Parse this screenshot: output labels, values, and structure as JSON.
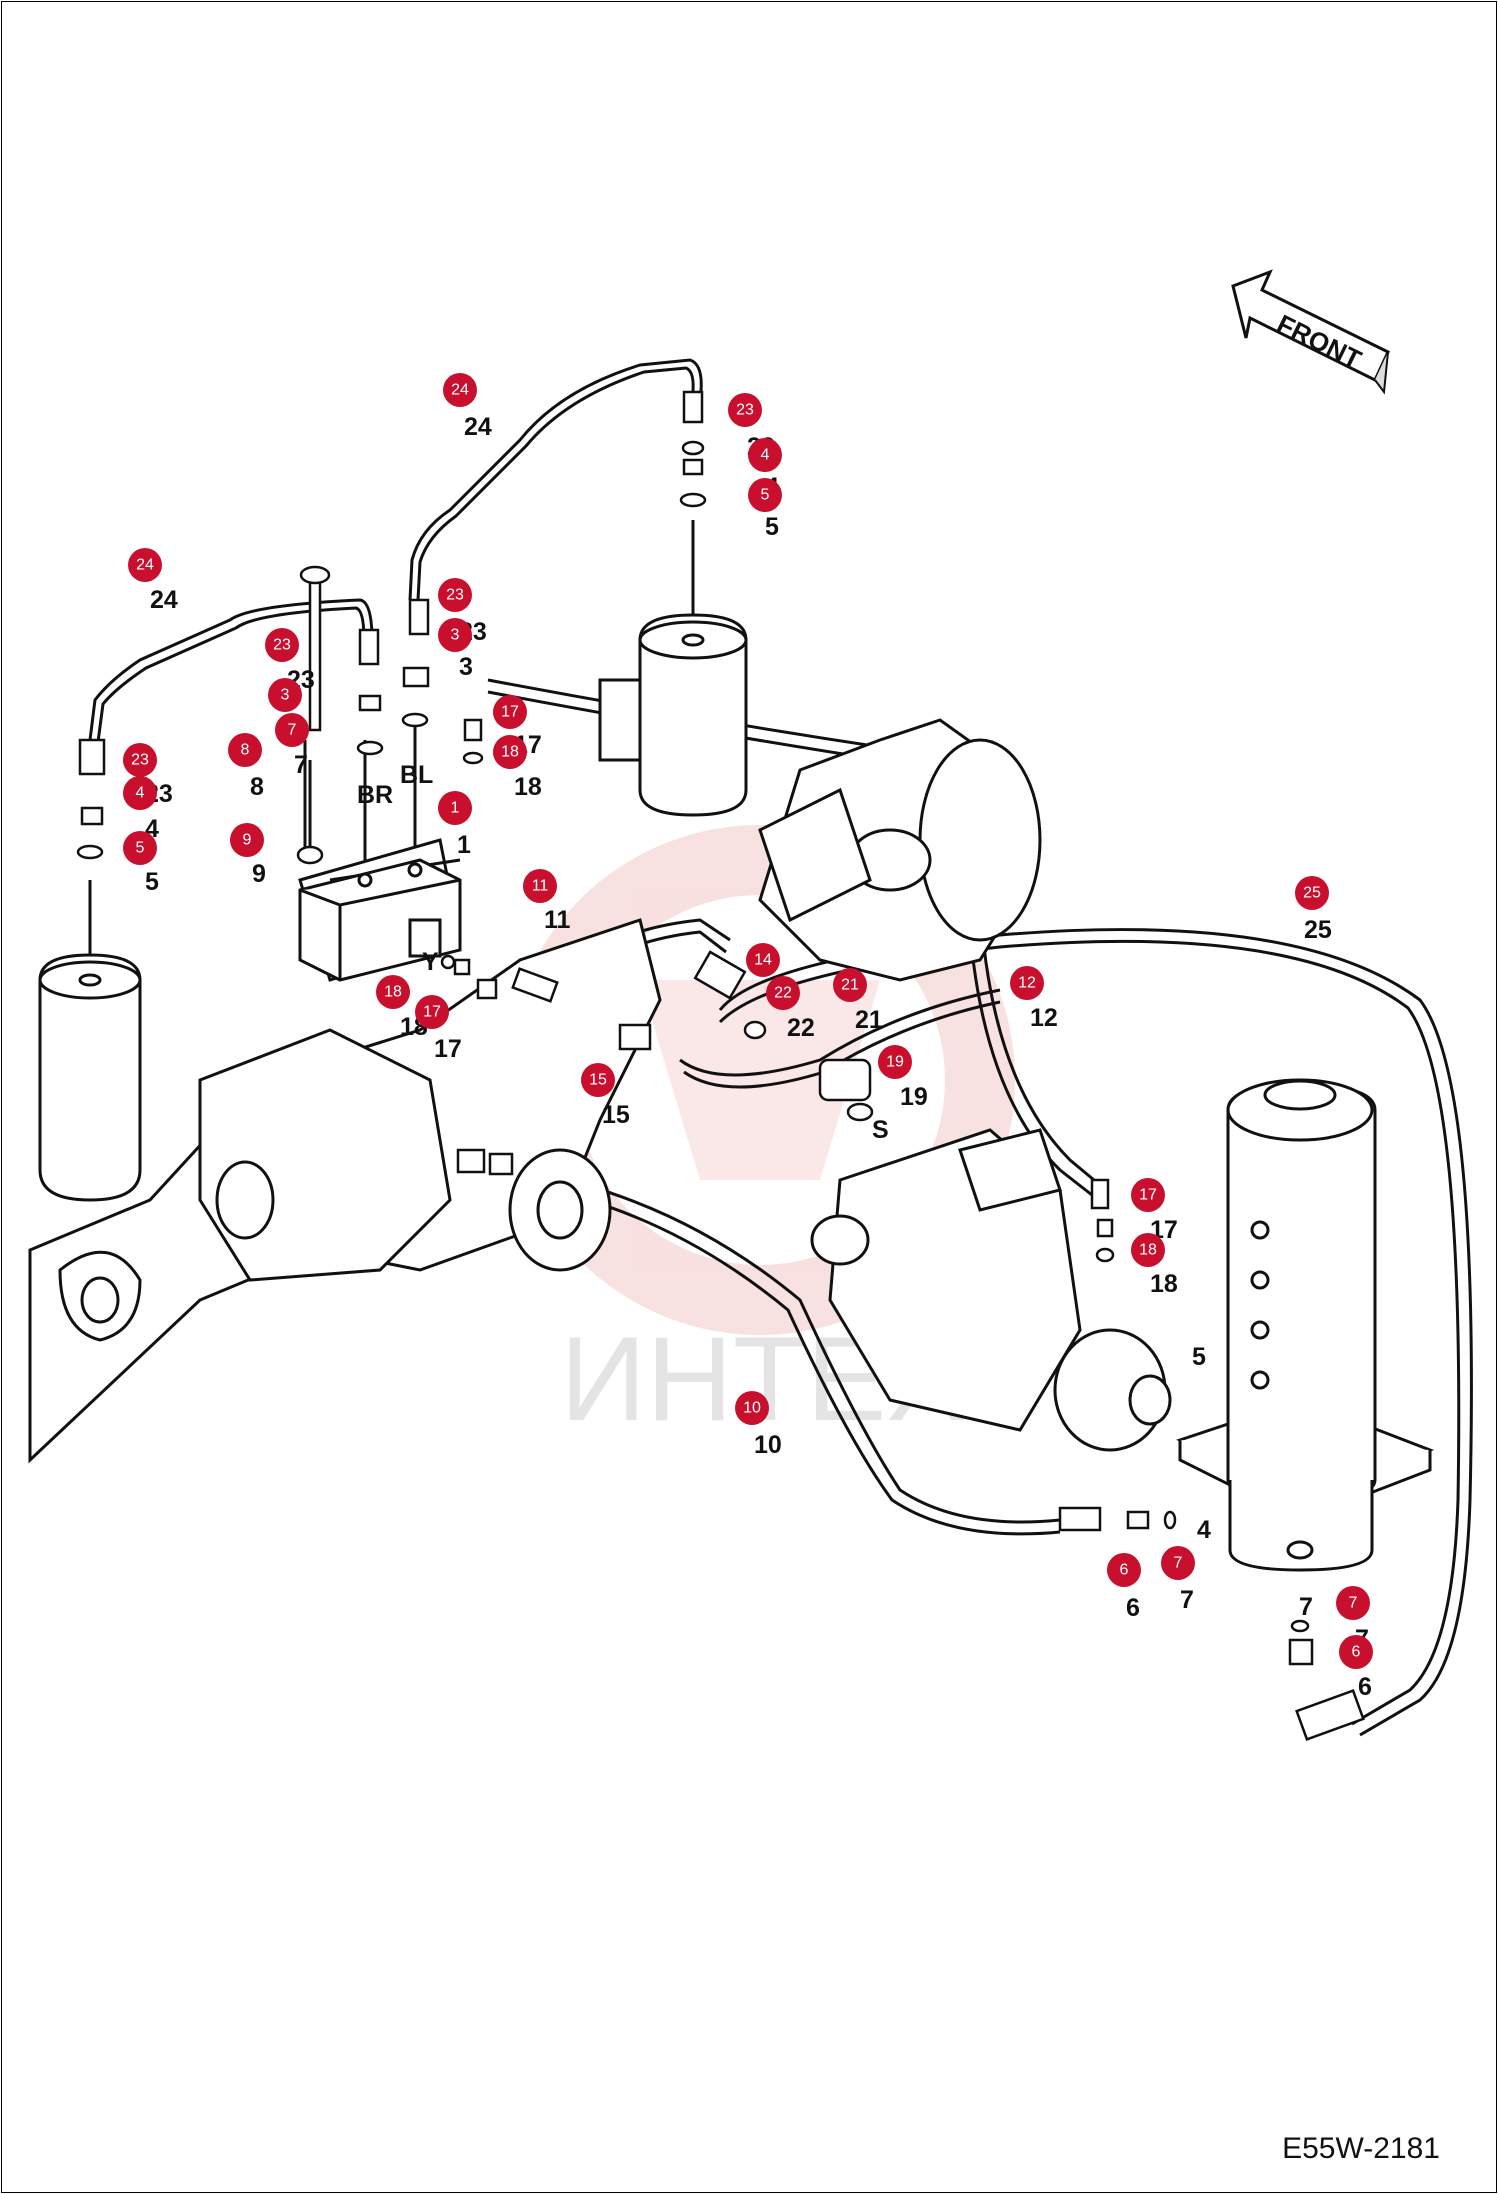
{
  "front_label": "FRONT",
  "watermark": "ИНТЕХ",
  "drawing_code": "E55W-2181",
  "colors": {
    "badge": "#c8102e",
    "line": "#111111",
    "watermark": "#e4e4e4"
  },
  "port_labels": [
    "BR",
    "BL",
    "Y",
    "S"
  ],
  "callouts": [
    {
      "badge": "24",
      "text": "24"
    },
    {
      "badge": "23",
      "text": "23"
    },
    {
      "badge": "4",
      "text": "4"
    },
    {
      "badge": "5",
      "text": "5"
    },
    {
      "badge": "24",
      "text": "24"
    },
    {
      "badge": "23",
      "text": "23"
    },
    {
      "badge": "3",
      "text": "3"
    },
    {
      "badge": "23",
      "text": "23"
    },
    {
      "badge": "3",
      "text": "3"
    },
    {
      "badge": "7",
      "text": "7"
    },
    {
      "badge": "17",
      "text": "17"
    },
    {
      "badge": "18",
      "text": "18"
    },
    {
      "badge": "8",
      "text": "8"
    },
    {
      "badge": "23",
      "text": "23"
    },
    {
      "badge": "4",
      "text": "4"
    },
    {
      "badge": "5",
      "text": "5"
    },
    {
      "badge": "1",
      "text": "1"
    },
    {
      "badge": "9",
      "text": "9"
    },
    {
      "badge": "11",
      "text": "11"
    },
    {
      "badge": "25",
      "text": "25"
    },
    {
      "badge": "14",
      "text": "14"
    },
    {
      "badge": "22",
      "text": "22"
    },
    {
      "badge": "12",
      "text": "12"
    },
    {
      "badge": "18",
      "text": "18"
    },
    {
      "badge": "17",
      "text": "17"
    },
    {
      "badge": "21",
      "text": "21"
    },
    {
      "badge": "19",
      "text": "19"
    },
    {
      "badge": "15",
      "text": "15"
    },
    {
      "badge": "17",
      "text": "17"
    },
    {
      "badge": "18",
      "text": "18"
    },
    {
      "badge": "",
      "text": "5"
    },
    {
      "badge": "10",
      "text": "10"
    },
    {
      "badge": "",
      "text": "4"
    },
    {
      "badge": "6",
      "text": "6"
    },
    {
      "badge": "7",
      "text": "7"
    },
    {
      "badge": "",
      "text": "7"
    },
    {
      "badge": "7",
      "text": "7"
    },
    {
      "badge": "6",
      "text": "6"
    }
  ]
}
